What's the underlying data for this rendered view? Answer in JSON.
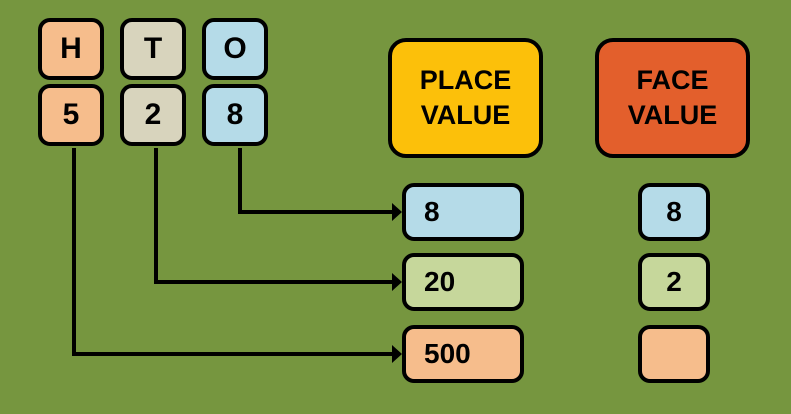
{
  "background_color": "#76963f",
  "number": {
    "columns": [
      {
        "letter": "H",
        "digit": "5",
        "color": "#f6bd8c"
      },
      {
        "letter": "T",
        "digit": "2",
        "color": "#d8d4bd"
      },
      {
        "letter": "O",
        "digit": "8",
        "color": "#b5dbe8"
      }
    ]
  },
  "headers": {
    "place_value": {
      "line1": "PLACE",
      "line2": "VALUE",
      "color": "#fcc00a"
    },
    "face_value": {
      "line1": "FACE",
      "line2": "VALUE",
      "color": "#e35f2c"
    }
  },
  "place_value_results": [
    {
      "value": "8",
      "color": "#b5dbe8"
    },
    {
      "value": "20",
      "color": "#c6d79b"
    },
    {
      "value": "500",
      "color": "#f6bd8c"
    }
  ],
  "face_value_results": [
    {
      "value": "8",
      "color": "#b5dbe8"
    },
    {
      "value": "2",
      "color": "#c6d79b"
    },
    {
      "value": "",
      "color": "#f6bd8c"
    }
  ]
}
